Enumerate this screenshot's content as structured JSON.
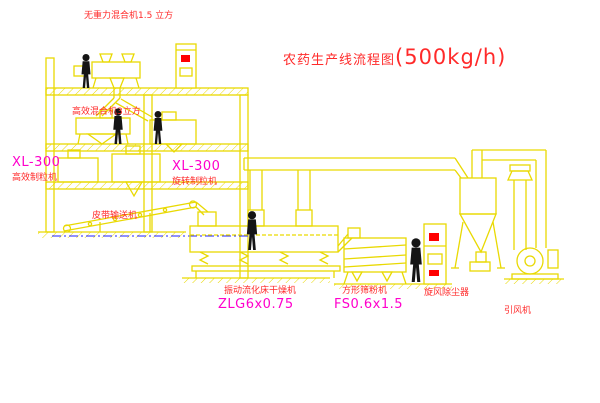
{
  "title": {
    "text": "农药生产线流程图",
    "capacity": "(500kg/h)"
  },
  "equipment_labels": {
    "gravityless_mixer": "无重力混合机1.5 立方",
    "high_efficiency_mixer": "高效混合机3立方",
    "granulator_left": {
      "model": "XL-300",
      "name": "高效制粒机"
    },
    "granulator_right": {
      "model": "XL-300",
      "name": "旋转制粒机"
    },
    "belt_conveyor": "皮带输送机",
    "fluid_bed_dryer": {
      "name": "振动流化床干燥机",
      "model": "ZLG6x0.75"
    },
    "square_sieve": {
      "name": "方形筛粉机",
      "model": "FS0.6x1.5"
    },
    "cyclone": "旋风除尘器",
    "induced_draft_fan": "引风机"
  },
  "colors": {
    "line_yellow": "#e9d902",
    "label_red": "#ff2a2a",
    "model_magenta": "#ff00cc",
    "figure_black": "#151515",
    "accent_red": "#ff0000",
    "centerline_blue": "#2222ff",
    "background": "#ffffff"
  }
}
